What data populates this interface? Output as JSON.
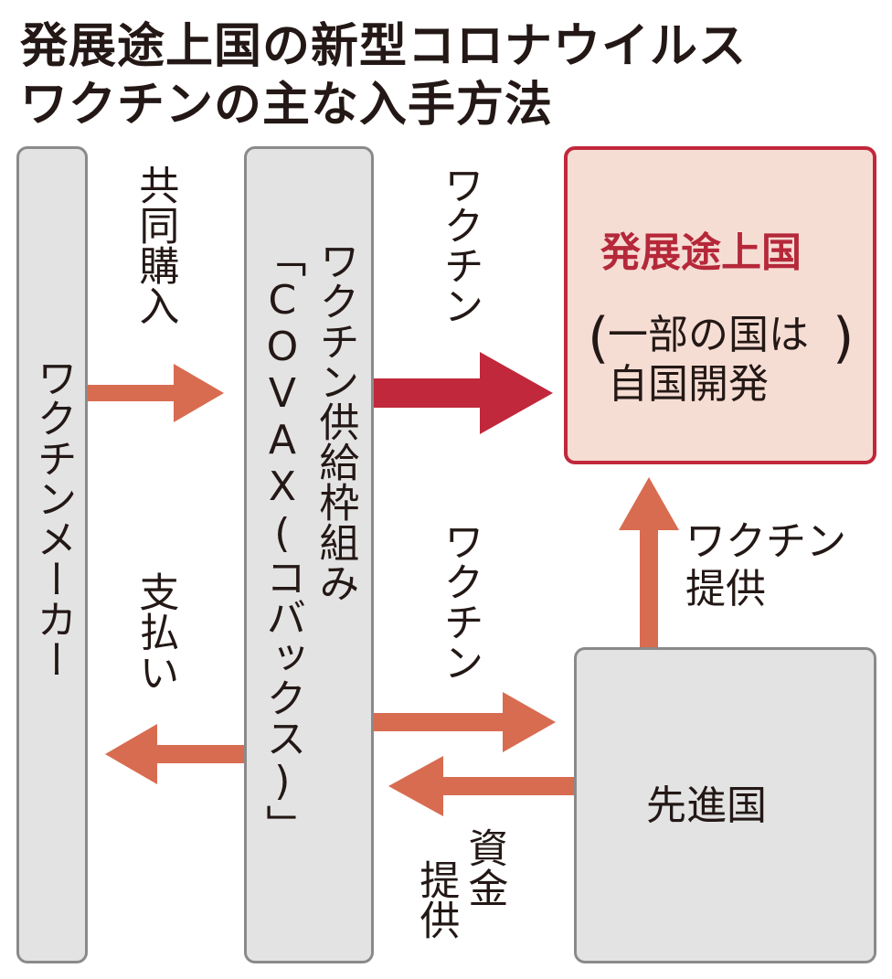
{
  "title": {
    "line1": "発展途上国の新型コロナウイルス",
    "line2": "ワクチンの主な入手方法"
  },
  "nodes": {
    "maker": "ワクチンメーカー",
    "covax_line1": "ワクチン供給枠組み",
    "covax_line2": "「COVAX(コバックス)」",
    "developing": "発展途上国",
    "developing_note_line1": "一部の国は",
    "developing_note_line2": "自国開発",
    "developed": "先進国"
  },
  "edges": {
    "joint_purchase": "共同購入",
    "payment": "支払い",
    "vaccine_from_covax": "ワクチン",
    "vaccine_to_covax": "ワクチン",
    "vaccine_provision_line1": "ワクチン",
    "vaccine_provision_line2": "提供",
    "funding_col1": "資金",
    "funding_col2": "提供"
  },
  "colors": {
    "arrow": "#d86c50",
    "primary_arrow": "#c1283b",
    "highlight_fill": "#f6ddd4",
    "highlight_border": "#c1283b",
    "box": "#e3e3e3"
  }
}
